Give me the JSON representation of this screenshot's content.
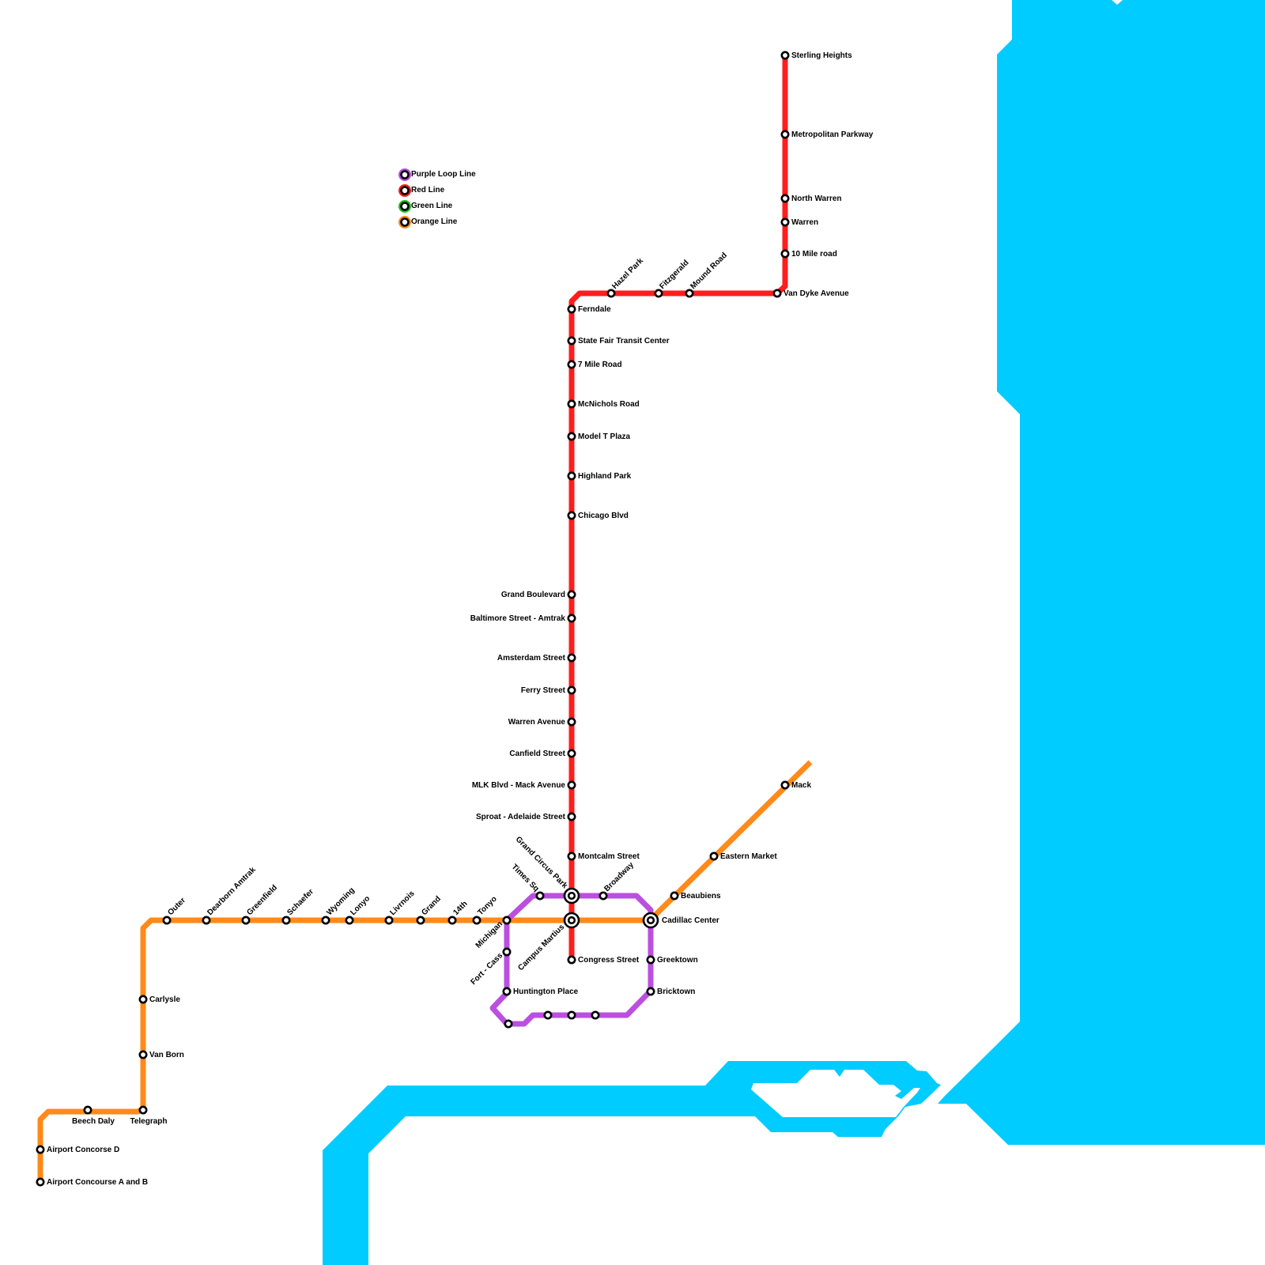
{
  "map": {
    "colors": {
      "water": "#00ccff",
      "purple": "#bb4fe0",
      "red": "#ff1d1d",
      "green": "#22bb22",
      "orange": "#ff8a1a"
    },
    "legend": [
      {
        "id": "purple",
        "label": "Purple Loop Line",
        "color": "#bb4fe0"
      },
      {
        "id": "red",
        "label": "Red Line",
        "color": "#ff1d1d"
      },
      {
        "id": "green",
        "label": "Green Line",
        "color": "#22bb22"
      },
      {
        "id": "orange",
        "label": "Orange Line",
        "color": "#ff8a1a"
      }
    ],
    "lines": [
      {
        "id": "red",
        "name": "Red Line",
        "color": "#ff1d1d"
      },
      {
        "id": "orange",
        "name": "Orange Line",
        "color": "#ff8a1a"
      },
      {
        "id": "purple",
        "name": "Purple Loop Line",
        "color": "#bb4fe0"
      }
    ],
    "stations": {
      "sterling_heights": "Sterling Heights",
      "metropolitan_parkway": "Metropolitan Parkway",
      "north_warren": "North Warren",
      "warren": "Warren",
      "ten_mile_road": "10 Mile road",
      "van_dyke_avenue": "Van Dyke Avenue",
      "mound_road": "Mound Road",
      "fitzgerald": "Fitzgerald",
      "hazel_park": "Hazel Park",
      "ferndale": "Ferndale",
      "state_fair": "State Fair Transit Center",
      "seven_mile_road": "7 Mile Road",
      "mcnichols_road": "McNichols Road",
      "model_t_plaza": "Model T Plaza",
      "highland_park": "Highland Park",
      "chicago_blvd": "Chicago Blvd",
      "grand_boulevard": "Grand Boulevard",
      "baltimore_street": "Baltimore Street - Amtrak",
      "amsterdam_street": "Amsterdam Street",
      "ferry_street": "Ferry Street",
      "warren_avenue": "Warren Avenue",
      "canfield_street": "Canfield Street",
      "mlk_blvd": "MLK Blvd - Mack Avenue",
      "sproat": "Sproat - Adelaide Street",
      "montcalm_street": "Montcalm Street",
      "grand_circus_park": "Grand Circus Park",
      "campus_martius": "Campus Martius",
      "congress_street": "Congress Street",
      "times_sq": "Times Sq",
      "broadway": "Broadway",
      "cadillac_center": "Cadillac Center",
      "greektown": "Greektown",
      "bricktown": "Bricktown",
      "michigan": "Michigan",
      "fort_cass": "Fort - Cass",
      "huntington_place": "Huntington Place",
      "beaubiens": "Beaubiens",
      "eastern_market": "Eastern Market",
      "mack": "Mack",
      "tonyo": "Tonyo",
      "fourteenth": "14th",
      "grand": "Grand",
      "livrnois": "Livrnois",
      "lonyo": "Lonyo",
      "wyoming": "Wyoming",
      "schaefer": "Schaefer",
      "greenfield": "Greenfield",
      "dearborn_amtrak": "Dearborn Amtrak",
      "outer": "Outer",
      "carlysle": "Carlysle",
      "van_born": "Van Born",
      "telegraph": "Telegraph",
      "beech_daly": "Beech Daly",
      "airport_concorse_d": "Airport Concorse D",
      "airport_concourse_ab": "Airport Concourse A and B"
    }
  }
}
